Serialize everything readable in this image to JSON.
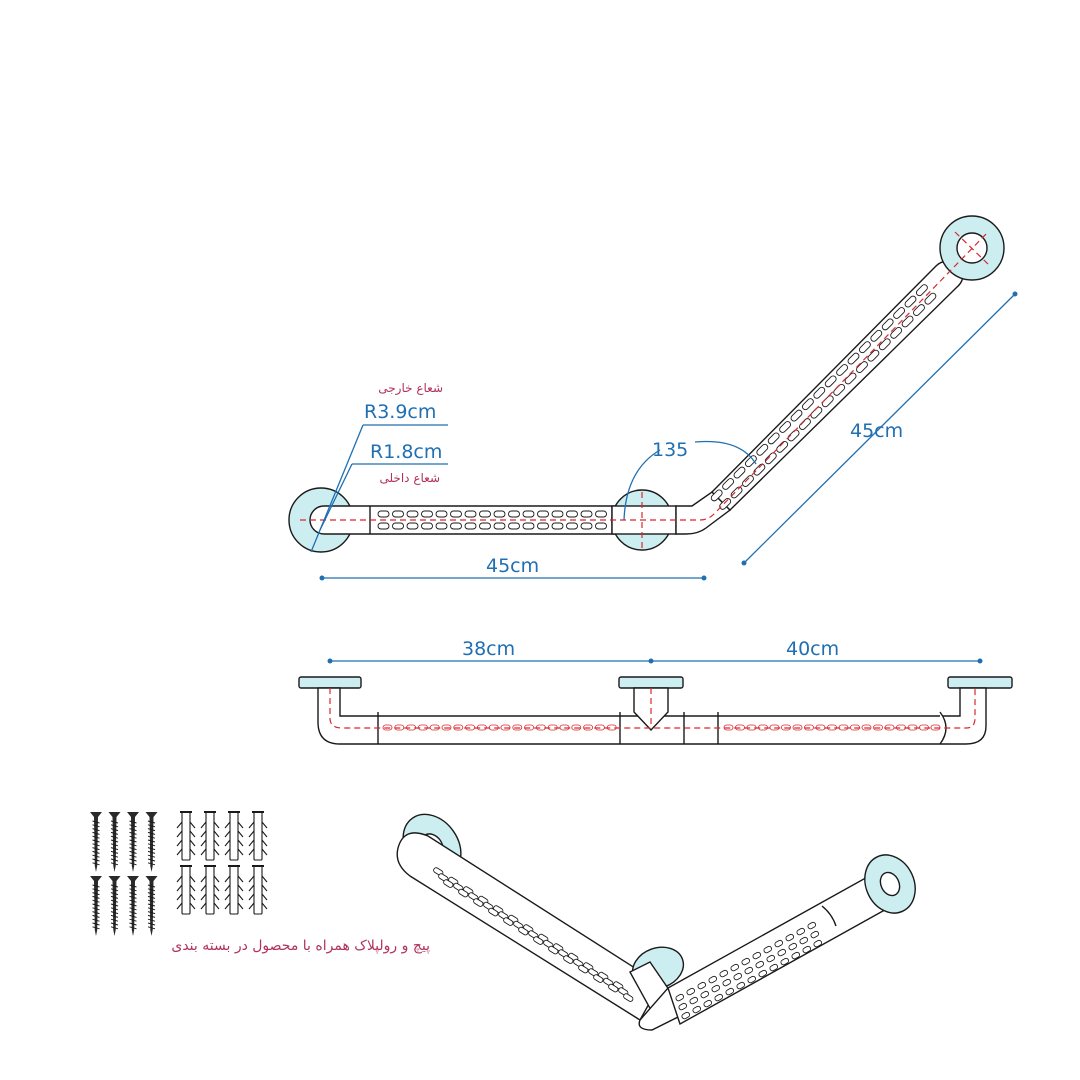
{
  "colors": {
    "dimension": "#1f6fb2",
    "annotation": "#b0335a",
    "centerline": "#d9282f",
    "flange_fill": "#cdeef0",
    "outline": "#1a1a1a"
  },
  "top_view": {
    "outer_radius_label": "شعاع خارجی",
    "outer_radius_value": "R3.9cm",
    "inner_radius_value": "R1.8cm",
    "inner_radius_label": "شعاع داخلی",
    "angle_value": "135",
    "horizontal_length": "45cm",
    "diagonal_length": "45cm"
  },
  "side_view": {
    "left_span": "38cm",
    "right_span": "40cm"
  },
  "hardware": {
    "caption": "پیچ و رولپلاک همراه با محصول در بسته بندی",
    "screw_icon": "screw-icon",
    "anchor_icon": "wall-plug-icon"
  }
}
